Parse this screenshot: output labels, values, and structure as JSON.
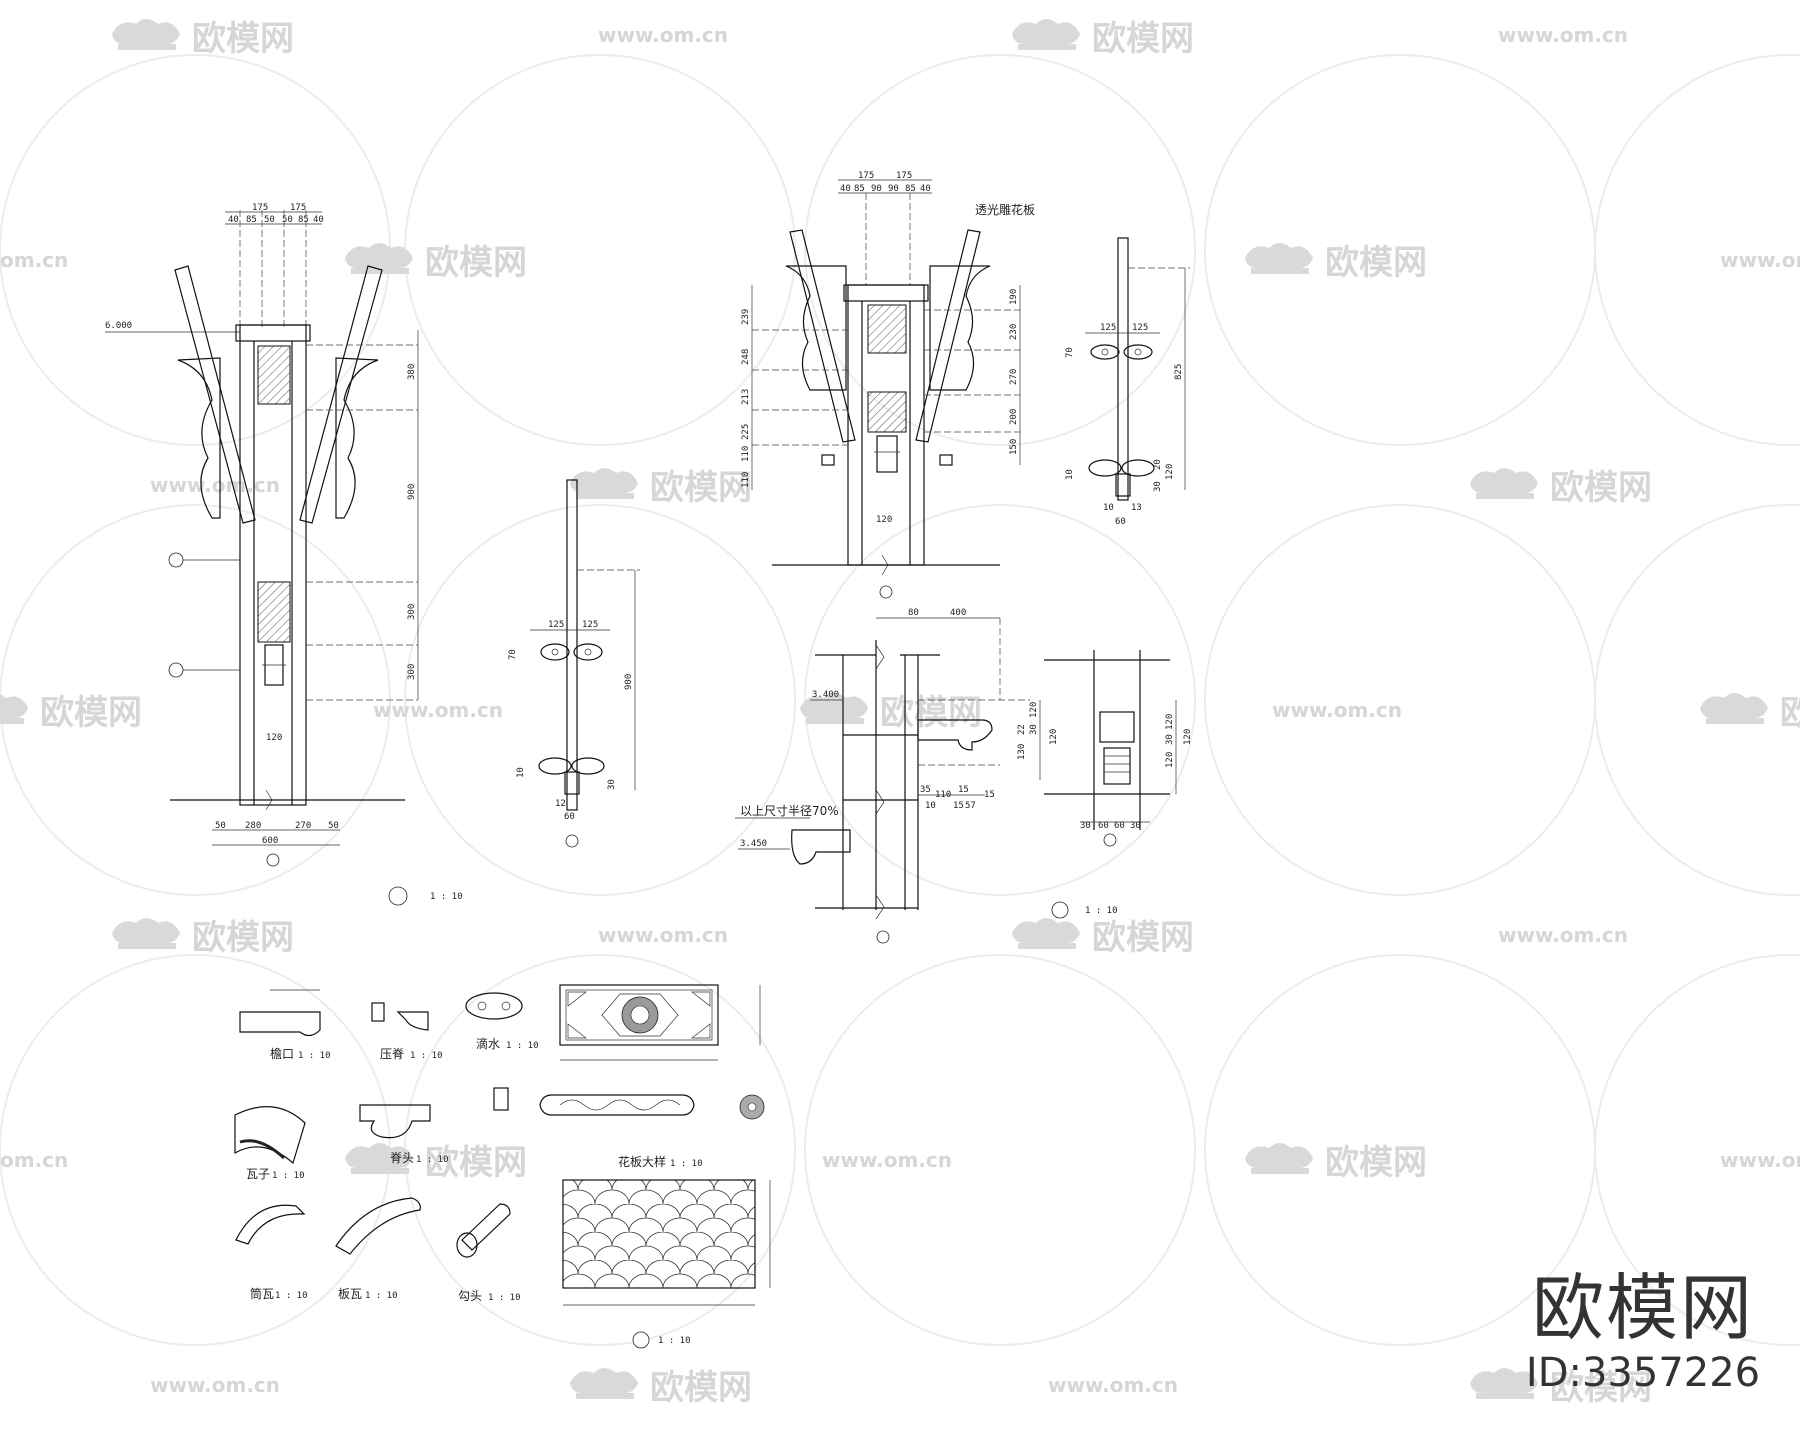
{
  "watermark": {
    "logo_text": "欧模网",
    "url_text": "www.om.cn",
    "url_short": "om.cn"
  },
  "brand": {
    "name": "欧模网",
    "id": "ID:3357226"
  },
  "details": {
    "left_elevation": {
      "elevation": "6.000",
      "scale": "1 : 10",
      "top_dims": [
        "175",
        "175"
      ],
      "sub_dims": [
        "40",
        "85",
        "50",
        "50",
        "85",
        "40"
      ],
      "side_dims": [
        "380",
        "900",
        "300",
        "300"
      ],
      "bottom_dims": [
        "50",
        "280",
        "270",
        "50"
      ],
      "bottom_total": "600",
      "base_dim": "120"
    },
    "rod_detail": {
      "dims_top": [
        "125",
        "125"
      ],
      "left_dim": "70",
      "right_dim": "900",
      "bottom_dims": [
        "10",
        "12",
        "30",
        "60"
      ]
    },
    "center_elevation": {
      "top_dims": [
        "175",
        "175"
      ],
      "sub_dims": [
        "40",
        "85",
        "90",
        "90",
        "85",
        "40"
      ],
      "note": "透光雕花板",
      "left_dims": [
        "239",
        "248",
        "213",
        "225",
        "110",
        "110"
      ],
      "right_dims": [
        "190",
        "230",
        "270",
        "200",
        "150"
      ],
      "base_dim": "120"
    },
    "right_rod": {
      "dims_top": [
        "125",
        "125"
      ],
      "left_dim": "70",
      "right_dim": "825",
      "bottom_dims": [
        "10",
        "20",
        "30",
        "120",
        "10",
        "13",
        "60"
      ]
    },
    "bracket_detail": {
      "top_dims": [
        "80",
        "400"
      ],
      "elevation_top": "3.400",
      "elevation_bottom": "3.450",
      "note": "以上尺寸半径70%",
      "right_dims": [
        "120",
        "30",
        "22",
        "130",
        "120"
      ],
      "bottom_dims": [
        "35",
        "110",
        "15",
        "15",
        "57",
        "15",
        "10"
      ],
      "scale": "1 : 10"
    },
    "base_detail": {
      "right_dims": [
        "120",
        "30",
        "120",
        "120"
      ],
      "bottom_dims": [
        "30",
        "60",
        "60",
        "30"
      ]
    },
    "ornaments": {
      "labels": [
        "檐口",
        "压脊",
        "滴水",
        "瓦子",
        "脊头",
        "花板大样",
        "筒瓦",
        "板瓦",
        "勾头"
      ],
      "scale_small": "1 : 10",
      "panel_scale": "1 : 10"
    }
  }
}
